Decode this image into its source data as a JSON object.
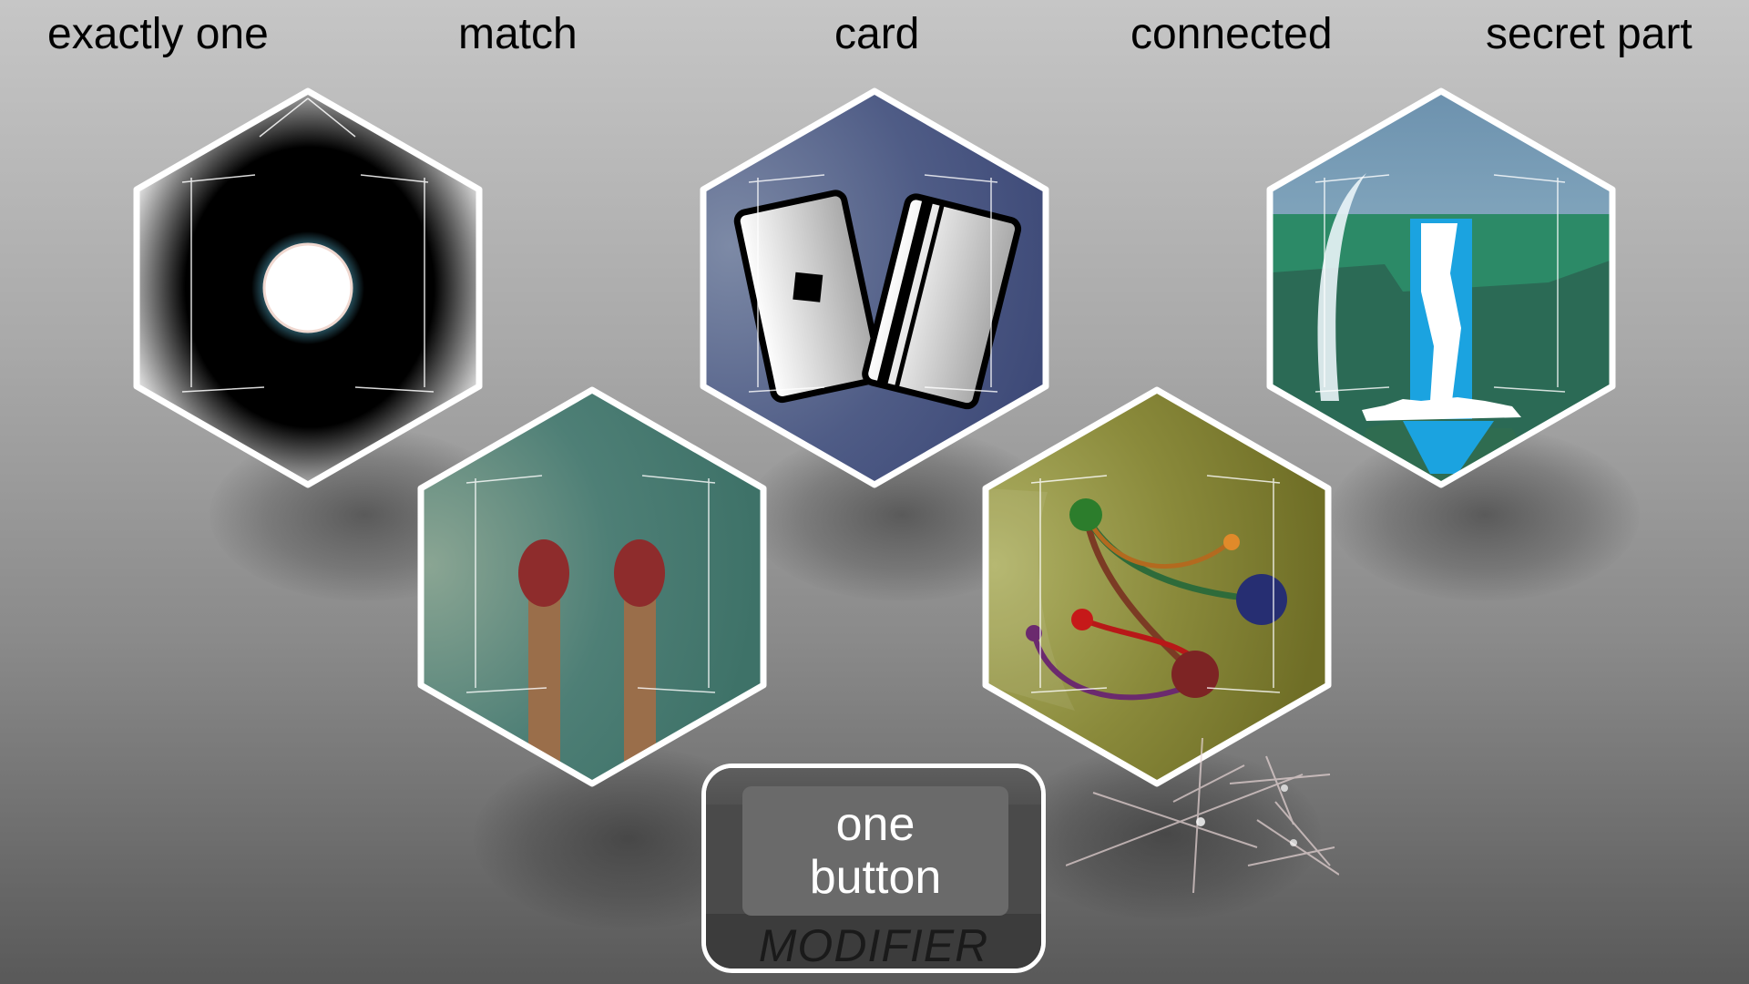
{
  "labels": {
    "exactly_one": "exactly one",
    "match": "match",
    "card": "card",
    "connected": "connected",
    "secret_part": "secret part"
  },
  "key": {
    "line1": "one",
    "line2": "button",
    "modifier": "MODIFIER"
  },
  "tiles": [
    {
      "name": "exactly-one-tile",
      "icon": "glowing-orb-icon",
      "background": "#000000"
    },
    {
      "name": "match-tile",
      "icon": "two-matches-icon",
      "background": "#4b8075"
    },
    {
      "name": "card-tile",
      "icon": "playing-card-and-credit-card-icon",
      "background": "#4e5a85"
    },
    {
      "name": "connected-tile",
      "icon": "connected-nodes-icon",
      "background": "#8a8a38"
    },
    {
      "name": "secret-part-tile",
      "icon": "waterfall-icon",
      "background": "#2f7d60"
    }
  ]
}
